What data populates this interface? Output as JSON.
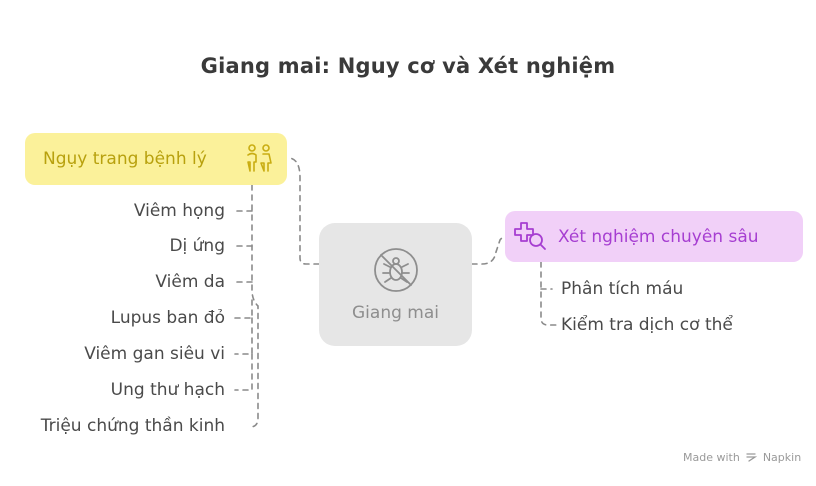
{
  "title": "Giang mai: Nguy cơ và Xét nghiệm",
  "center": {
    "label": "Giang mai",
    "icon": "no-bug-icon"
  },
  "left_branch": {
    "label": "Ngụy trang bệnh lý",
    "icon": "people-icon",
    "color": "#fbf19a",
    "text_color": "#b8a10e",
    "items": [
      "Viêm họng",
      "Dị ứng",
      "Viêm da",
      "Lupus ban đỏ",
      "Viêm gan siêu vi",
      "Ung thư hạch",
      "Triệu chứng thần kinh"
    ]
  },
  "right_branch": {
    "label": "Xét nghiệm chuyên sâu",
    "icon": "medical-search-icon",
    "color": "#f1d0f8",
    "text_color": "#a63ed1",
    "items": [
      "Phân tích máu",
      "Kiểm tra dịch cơ thể"
    ]
  },
  "watermark": {
    "prefix": "Made with",
    "brand": "Napkin"
  }
}
